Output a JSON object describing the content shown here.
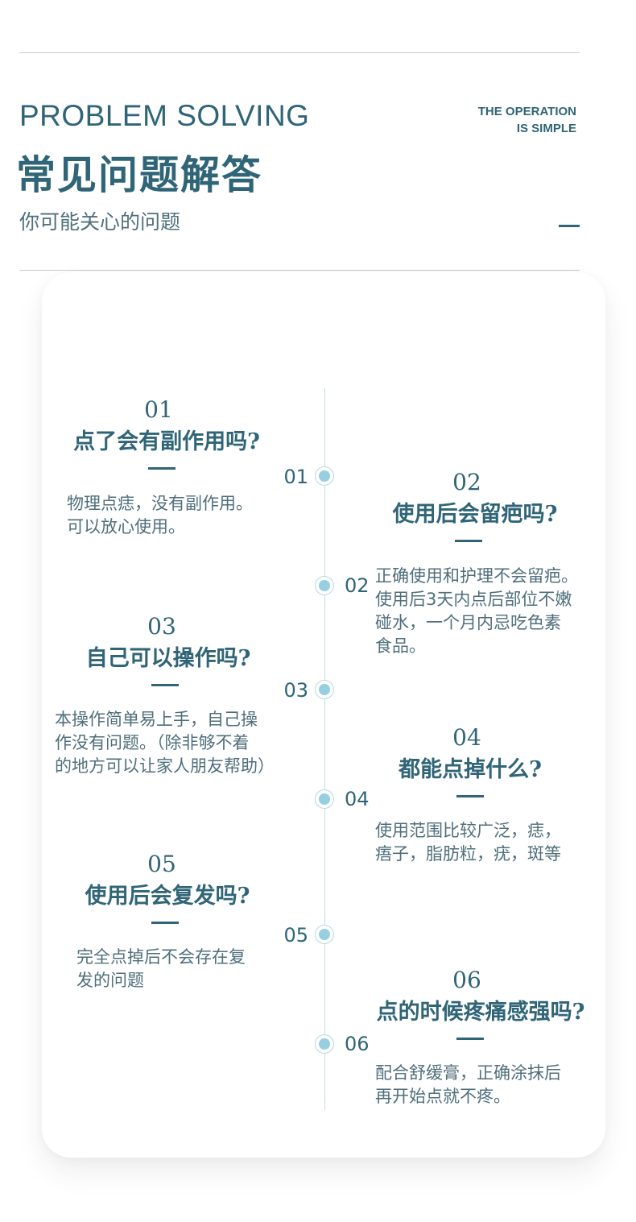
{
  "header": {
    "en_title": "PROBLEM SOLVING",
    "cn_title": "常见问题解答",
    "subtitle": "你可能关心的问题",
    "operation_line1": "THE OPERATION",
    "operation_line2": "IS SIMPLE"
  },
  "timeline": [
    {
      "marker": "01",
      "number": "01",
      "question": "点了会有副作用吗?",
      "answer": "物理点痣，没有副作用。\n可以放心使用。"
    },
    {
      "marker": "02",
      "number": "02",
      "question": "使用后会留疤吗?",
      "answer": "正确使用和护理不会留疤。\n使用后3天内点后部位不嫩\n碰水，一个月内忌吃色素\n食品。"
    },
    {
      "marker": "03",
      "number": "03",
      "question": "自己可以操作吗?",
      "answer": "本操作简单易上手，自己操\n作没有问题。（除非够不着\n的地方可以让家人朋友帮助）"
    },
    {
      "marker": "04",
      "number": "04",
      "question": "都能点掉什么?",
      "answer": "使用范围比较广泛，痣，\n痦子，脂肪粒，疣，斑等"
    },
    {
      "marker": "05",
      "number": "05",
      "question": "使用后会复发吗?",
      "answer": "完全点掉后不会存在复\n发的问题"
    },
    {
      "marker": "06",
      "number": "06",
      "question": "点的时候疼痛感强吗?",
      "answer": "配合舒缓膏，正确涂抹后\n再开始点就不疼。"
    }
  ]
}
